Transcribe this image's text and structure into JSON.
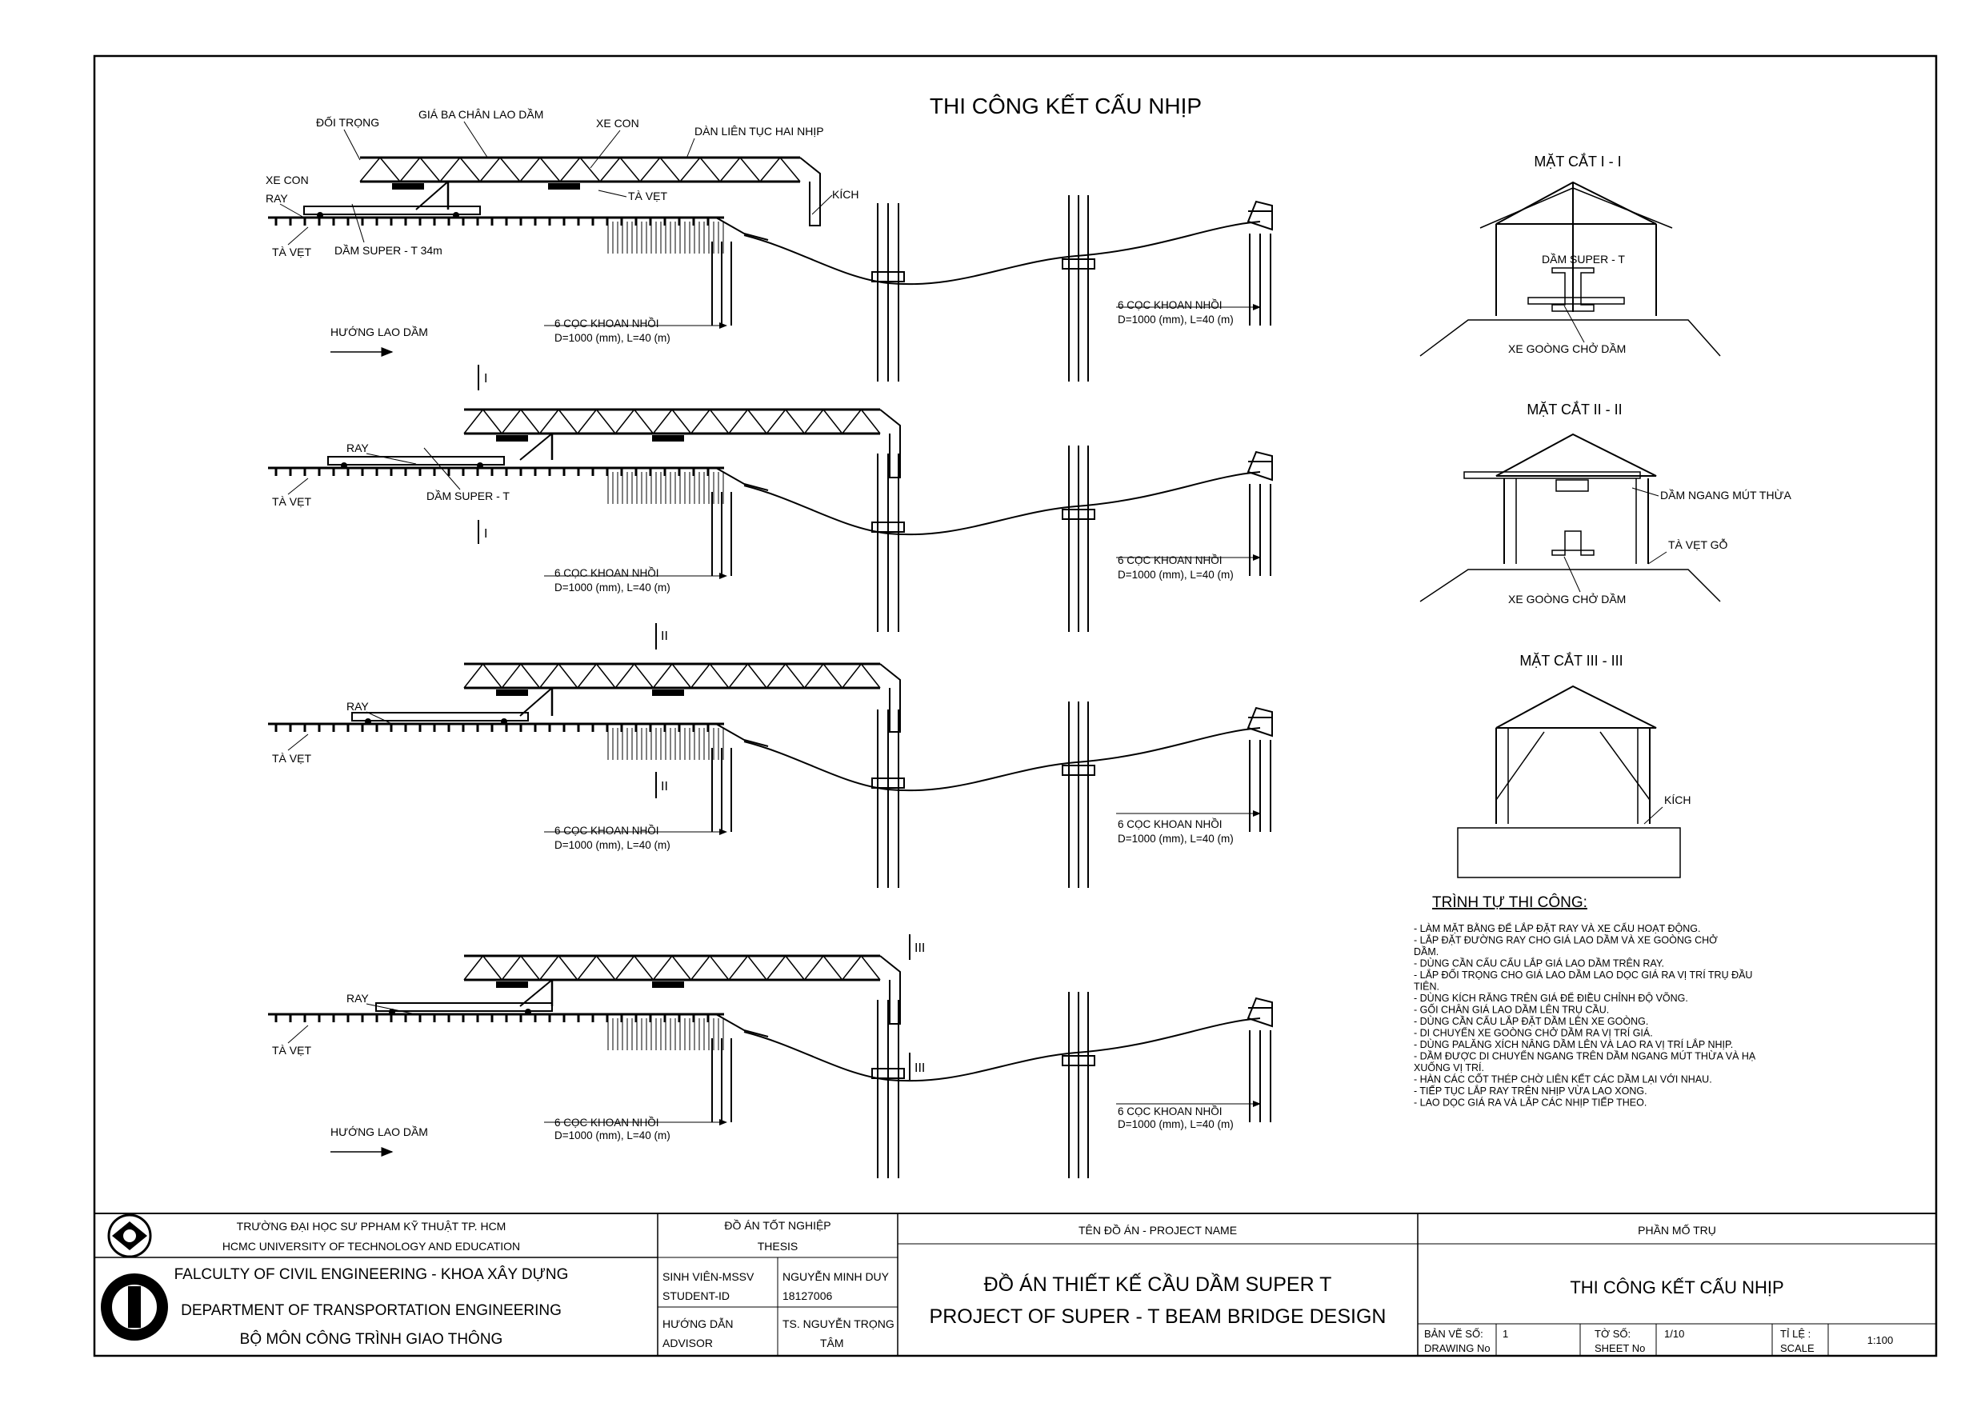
{
  "title": "THI CÔNG KẾT CẤU NHỊP",
  "stages": [
    {
      "labels": {
        "doi_trong": "ĐỐI TRỌNG",
        "gia_ba_chan": "GIÁ BA CHÂN LAO DẦM",
        "xe_con_top": "XE CON",
        "dan_lien_tuc": "DÀN LIÊN TỤC HAI NHỊP",
        "xe_con_left": "XE CON",
        "ray": "RAY",
        "ta_vet_mid": "TÀ VẸT",
        "kich": "KÍCH",
        "ta_vet": "TÀ VẸT",
        "dam_super": "DẦM SUPER - T 34m",
        "huong": "HƯỚNG LAO DẦM",
        "piles1_a": "6 CỌC KHOAN NHỒI",
        "piles1_b": "D=1000 (mm), L=40 (m)",
        "piles2_a": "6 CỌC KHOAN NHỒI",
        "piles2_b": "D=1000 (mm), L=40 (m)",
        "sec_mark": "I"
      }
    },
    {
      "labels": {
        "ray": "RAY",
        "ta_vet": "TÀ VẸT",
        "dam_super": "DẦM SUPER - T",
        "piles1_a": "6 CỌC KHOAN NHỒI",
        "piles1_b": "D=1000 (mm), L=40 (m)",
        "piles2_a": "6 CỌC KHOAN NHỒI",
        "piles2_b": "D=1000 (mm), L=40 (m)",
        "sec_mark": "I"
      }
    },
    {
      "labels": {
        "ray": "RAY",
        "ta_vet": "TÀ VẸT",
        "piles1_a": "6 CỌC KHOAN NHỒI",
        "piles1_b": "D=1000 (mm), L=40 (m)",
        "piles2_a": "6 CỌC KHOAN NHỒI",
        "piles2_b": "D=1000 (mm), L=40 (m)",
        "sec_mark": "II"
      }
    },
    {
      "labels": {
        "ray": "RAY",
        "ta_vet": "TÀ VẸT",
        "huong": "HƯỚNG LAO DẦM",
        "piles1_a": "6 CỌC KHOAN NHỒI",
        "piles1_b": "D=1000 (mm), L=40 (m)",
        "piles2_a": "6 CỌC KHOAN NHỒI",
        "piles2_b": "D=1000 (mm), L=40 (m)",
        "sec_mark": "III"
      }
    }
  ],
  "sections": [
    {
      "title": "MẶT CẮT I - I",
      "label_a": "DẦM SUPER - T",
      "label_b": "XE GOÒNG CHỞ DẦM"
    },
    {
      "title": "MẶT CẮT II - II",
      "label_a": "DẦM NGANG MÚT THỪA",
      "label_b": "TÀ VẸT GỖ",
      "label_c": "XE GOÒNG CHỞ DẦM"
    },
    {
      "title": "MẶT CẮT III - III",
      "label_a": "KÍCH"
    }
  ],
  "sequence": {
    "heading": "TRÌNH TỰ THI CÔNG:",
    "steps": [
      "-  LÀM MẶT BẰNG ĐỂ LẮP ĐẶT RAY VÀ XE CẨU HOẠT ĐỘNG.",
      "- LẮP ĐẶT ĐƯỜNG RAY CHO GIÁ LAO DẦM VÀ XE GOÒNG CHỞ",
      "DẦM.",
      "- DÙNG CẦN CẨU CẨU LẮP GIÁ LAO DẦM TRÊN RAY.",
      "- LẮP ĐỐI TRỌNG CHO GIÁ LAO DẦM LAO DỌC GIÁ RA VỊ TRÍ TRỤ ĐẦU",
      "TIÊN.",
      "- DÙNG KÍCH RĂNG TRÊN GIÁ ĐỂ ĐIỀU CHỈNH ĐỘ VÕNG.",
      "- GỐI CHÂN GIÁ LAO DẦM LÊN TRỤ CẦU.",
      "- DÙNG CẦN CẨU LẮP ĐẶT DẦM LÊN XE GOÒNG.",
      "- DI CHUYỂN XE GOÒNG CHỞ DẦM RA VỊ TRÍ GIÁ.",
      "- DÙNG PALĂNG XÍCH NÂNG DẦM LÊN VÀ LAO RA VỊ TRÍ LẮP NHỊP.",
      "- DẦM ĐƯỢC DI CHUYỂN NGANG TRÊN DẦM NGANG MÚT THỪA VÀ HẠ",
      "XUỐNG VỊ TRÍ.",
      "- HÀN CÁC CỐT THÉP CHỜ LIÊN KẾT CÁC DẦM LẠI VỚI NHAU.",
      "- TIẾP TỤC LẮP RAY TRÊN NHỊP VỪA LAO XONG.",
      "- LAO DỌC GIÁ RA VÀ LẮP CÁC NHỊP TIẾP THEO."
    ]
  },
  "title_block": {
    "school_vn": "TRƯỜNG ĐẠI HỌC SƯ PPHAM KỸ THUẬT TP. HCM",
    "school_en": "HCMC UNIVERSITY OF TECHNOLOGY AND EDUCATION",
    "faculty": "FALCULTY OF CIVIL ENGINEERING - KHOA XÂY DỰNG",
    "department": "DEPARTMENT OF TRANSPORTATION ENGINEERING",
    "bo_mon": "BỘ MÔN CÔNG TRÌNH GIAO THÔNG",
    "do_an_tn": "ĐỒ ÁN TỐT NGHIỆP",
    "thesis": "THESIS",
    "sv_label_vn": "SINH VIÊN-MSSV",
    "sv_label_en": "STUDENT-ID",
    "sv_name": "NGUYỄN MINH DUY",
    "sv_id": "18127006",
    "hd_label_vn": "HƯỚNG DẪN",
    "hd_label_en": "ADVISOR",
    "hd_name_1": "TS. NGUYỄN TRỌNG",
    "hd_name_2": "TÂM",
    "project_label": "TÊN ĐỒ ÁN - PROJECT NAME",
    "project_vn": "ĐỒ ÁN THIẾT KẾ CẦU DẦM SUPER T",
    "project_en": "PROJECT OF SUPER - T BEAM BRIDGE DESIGN",
    "part_label": "PHẦN MỐ TRỤ",
    "drawing_title": "THI CÔNG KẾT CẤU NHỊP",
    "ban_ve_label_1": "BẢN VẼ SỐ:",
    "ban_ve_label_2": "DRAWING No",
    "ban_ve_value": "1",
    "to_so_label_1": "TỜ SỐ:",
    "to_so_label_2": "SHEET No",
    "to_so_value": "1/10",
    "ti_le_label_1": "TỈ LỆ :",
    "ti_le_label_2": "SCALE",
    "ti_le_value": "1:100"
  }
}
